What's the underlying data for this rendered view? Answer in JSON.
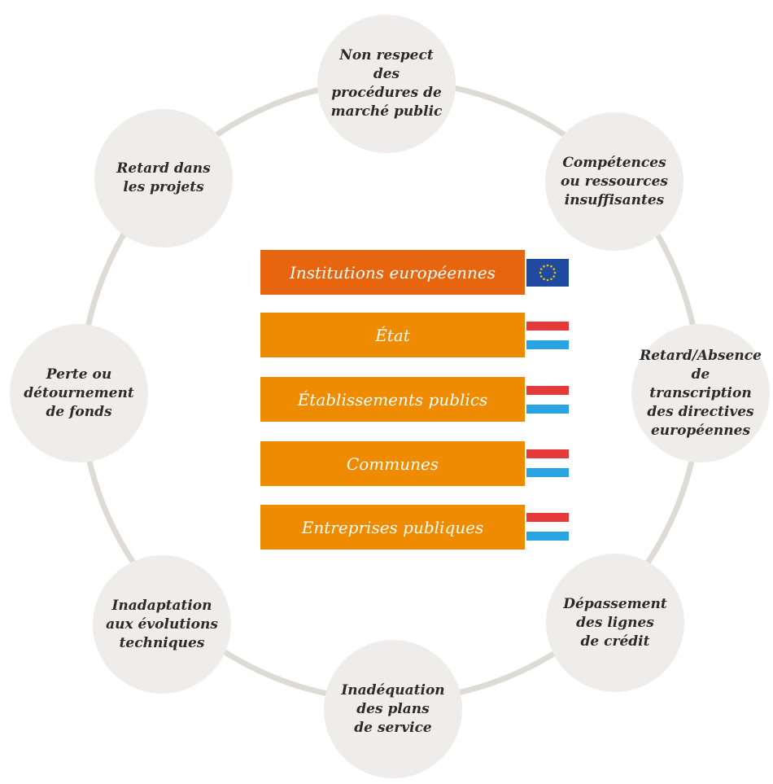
{
  "colors": {
    "node_fill": "#efedec",
    "ring": "#dedad6",
    "bar_eu": "#e7650f",
    "bar_national": "#ee8b00",
    "flag_red": "#e63a3a",
    "flag_blue": "#29a4e3",
    "flag_eu_blue": "#1f4aa0",
    "flag_eu_stars": "#f2c500"
  },
  "risks": [
    "Non respect des\nprocédures de\nmarché public",
    "Compétences\nou ressources\ninsuffisantes",
    "Retard/Absence\nde transcription\ndes directives\neuropéennes",
    "Dépassement\ndes lignes\nde crédit",
    "Inadéquation\ndes plans\nde service",
    "Inadaptation\naux évolutions\ntechniques",
    "Perte ou\ndétournement\nde fonds",
    "Retard dans\nles projets"
  ],
  "entities": [
    {
      "label": "Institutions européennes",
      "flag": "eu-flag-icon"
    },
    {
      "label": "État",
      "flag": "luxembourg-flag-icon"
    },
    {
      "label": "Établissements publics",
      "flag": "luxembourg-flag-icon"
    },
    {
      "label": "Communes",
      "flag": "luxembourg-flag-icon"
    },
    {
      "label": "Entreprises publiques",
      "flag": "luxembourg-flag-icon"
    }
  ]
}
